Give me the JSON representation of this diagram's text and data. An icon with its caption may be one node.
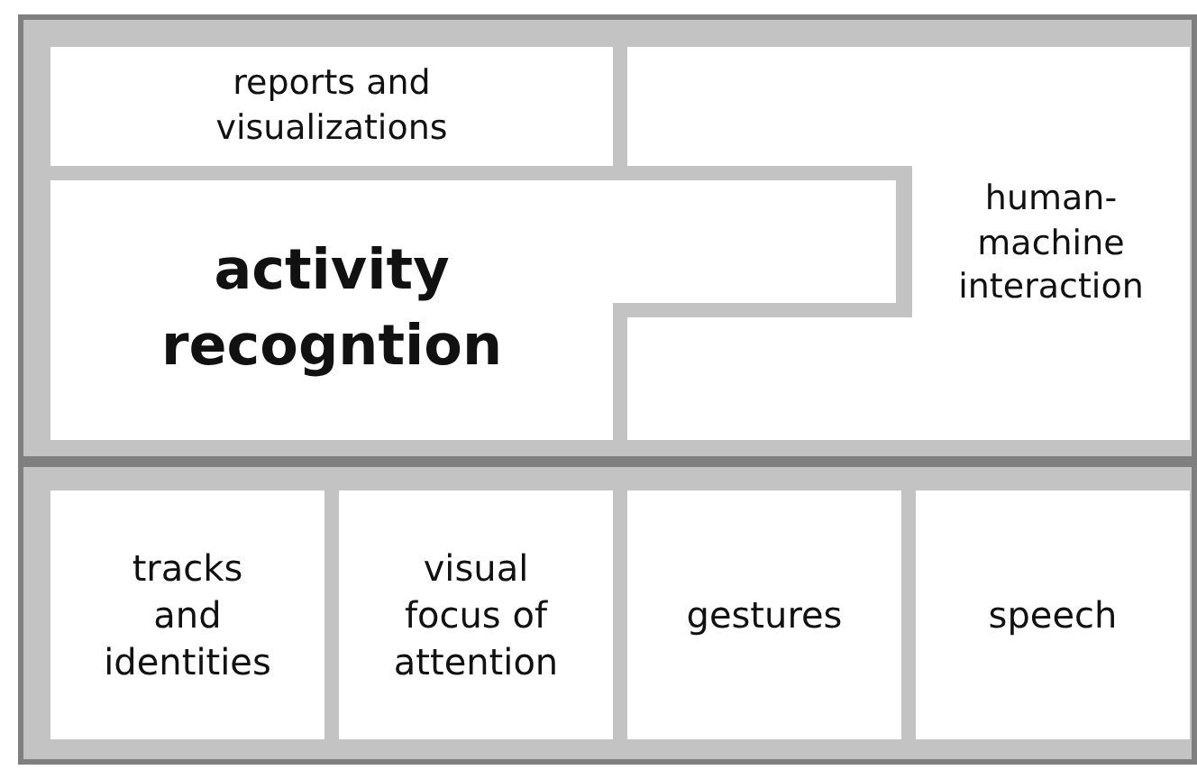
{
  "diagram": {
    "nodes": [
      {
        "text": [],
        "shape": "box"
      },
      {
        "text": [
          "reports and visualizations"
        ],
        "in": 0
      },
      {
        "text": [
          "activity recogntion"
        ],
        "in": 0
      },
      {
        "text": [
          "human-machine interaction"
        ],
        "in": 0
      },
      {
        "text": [],
        "shape": "box"
      },
      {
        "text": [
          "tracks and identities"
        ],
        "in": 4
      },
      {
        "text": [
          "visual focus of attention"
        ],
        "in": 4
      },
      {
        "text": [
          "gestures"
        ],
        "in": 4
      },
      {
        "text": [
          "speech"
        ],
        "in": 4
      }
    ]
  }
}
